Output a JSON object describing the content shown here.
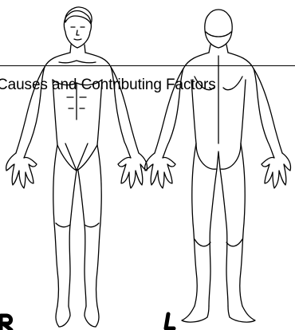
{
  "heading": {
    "text": "Causes and Contributing Factors"
  },
  "figures": {
    "front": {
      "icon": "human-body-front-outline"
    },
    "back": {
      "icon": "human-body-back-outline"
    }
  },
  "colors": {
    "background": "#ffffff",
    "ink": "#000000"
  }
}
